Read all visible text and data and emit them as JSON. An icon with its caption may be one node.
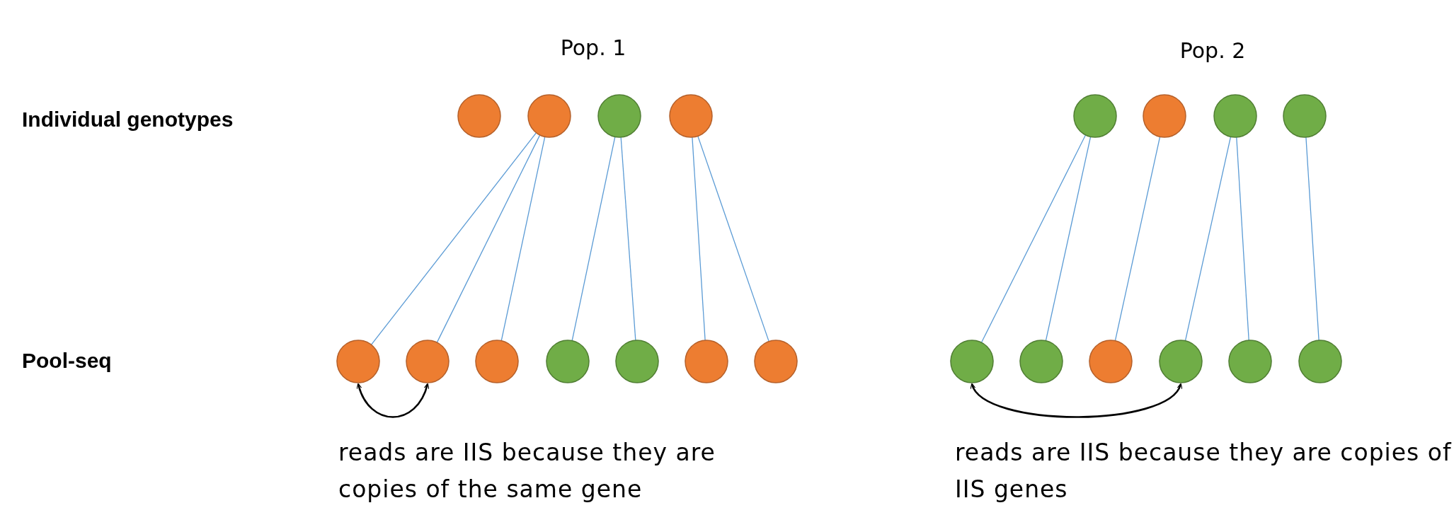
{
  "diagram": {
    "nodes": [
      {
        "text": [],
        "shape": "circle"
      },
      {
        "text": [],
        "shape": "circle"
      },
      {
        "text": [],
        "shape": "circle"
      },
      {
        "text": [],
        "shape": "circle"
      },
      {
        "text": [],
        "shape": "circle"
      },
      {
        "text": [],
        "shape": "circle"
      },
      {
        "text": [],
        "shape": "circle"
      },
      {
        "text": [],
        "shape": "circle"
      },
      {
        "text": [],
        "shape": "circle"
      },
      {
        "text": [],
        "shape": "circle"
      },
      {
        "text": [],
        "shape": "circle"
      },
      {
        "text": [],
        "shape": "circle"
      },
      {
        "text": [],
        "shape": "circle"
      },
      {
        "text": [],
        "shape": "circle"
      },
      {
        "text": [],
        "shape": "circle"
      },
      {
        "text": [],
        "shape": "circle"
      },
      {
        "text": [],
        "shape": "circle"
      },
      {
        "text": [],
        "shape": "circle"
      },
      {
        "text": [],
        "shape": "circle"
      },
      {
        "text": [],
        "shape": "circle"
      },
      {
        "text": [],
        "shape": "circle"
      }
    ],
    "edges": [
      {
        "from": 1,
        "to": 8,
        "arrow": "none"
      },
      {
        "from": 1,
        "to": 9,
        "arrow": "none"
      },
      {
        "from": 1,
        "to": 10,
        "arrow": "none"
      },
      {
        "from": 2,
        "to": 11,
        "arrow": "none"
      },
      {
        "from": 2,
        "to": 12,
        "arrow": "none"
      },
      {
        "from": 3,
        "to": 13,
        "arrow": "none"
      },
      {
        "from": 3,
        "to": 14,
        "arrow": "none"
      },
      {
        "from": 4,
        "to": 15,
        "arrow": "none"
      },
      {
        "from": 4,
        "to": 16,
        "arrow": "none"
      },
      {
        "from": 5,
        "to": 17,
        "arrow": "none"
      },
      {
        "from": 6,
        "to": 18,
        "arrow": "none"
      },
      {
        "from": 6,
        "to": 19,
        "arrow": "none"
      },
      {
        "from": 7,
        "to": 20,
        "arrow": "none"
      },
      {
        "from": 8,
        "to": 9,
        "arrow": "both",
        "color": "#000000"
      },
      {
        "from": 15,
        "to": 18,
        "arrow": "both",
        "color": "#000000"
      }
    ],
    "labels": [
      "Pop. 1",
      "Pop. 2",
      "Individual genotypes",
      "Pool-seq",
      "reads are IIS because they are copies of the same gene",
      "reads are IIS because they are copies of IIS genes"
    ]
  }
}
